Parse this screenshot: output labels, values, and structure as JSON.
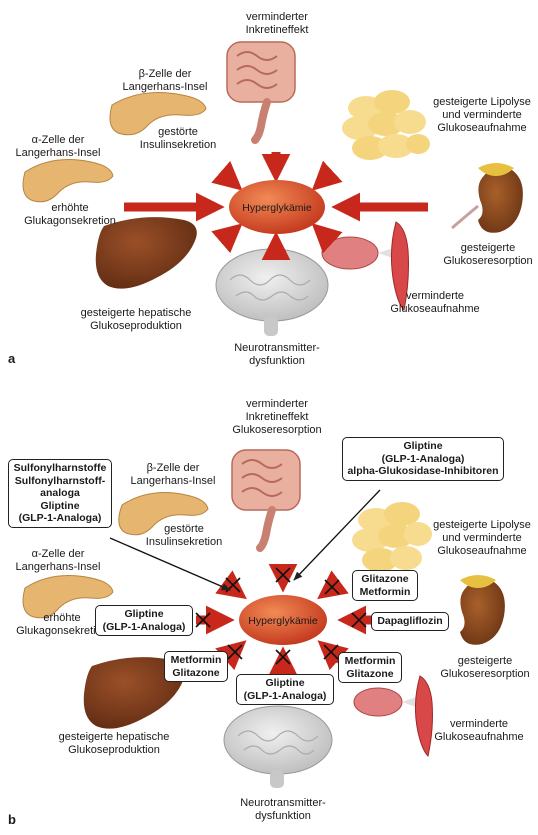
{
  "colors": {
    "arrow": "#c8281c",
    "hub": "#d94a2a",
    "liver": "#7a3a1c",
    "pancreas": "#e0b070",
    "fat": "#f5d88a",
    "kidney": "#8a4a1c",
    "brain": "#d4d4d4",
    "intestine": "#e6a898"
  },
  "panels": [
    {
      "label": "a",
      "hub": "Hyperglykämie",
      "labels": {
        "inkretin": "verminderter\nInkretineffekt",
        "beta": "β-Zelle der\nLangerhans-Insel",
        "insulin": "gestörte\nInsulinsekretion",
        "alpha": "α-Zelle der\nLangerhans-Insel",
        "glukagon": "erhöhte\nGlukagonsekretion",
        "lipolyse": "gesteigerte Lipolyse\nund verminderte\nGlukoseaufnahme",
        "resorption": "gesteigerte\nGlukoseresorption",
        "aufnahme": "verminderte\nGlukoseaufnahme",
        "hepatisch": "gesteigerte hepatische\nGlukoseproduktion",
        "neuro": "Neurotransmitter-\ndysfunktion"
      }
    },
    {
      "label": "b",
      "hub": "Hyperglykämie",
      "labels": {
        "inkretin": "verminderter\nInkretineffekt\nGlukoseresorption",
        "beta": "β-Zelle der\nLangerhans-Insel",
        "insulin": "gestörte\nInsulinsekretion",
        "alpha": "α-Zelle der\nLangerhans-Insel",
        "glukagon": "erhöhte\nGlukagonsekretion",
        "lipolyse": "gesteigerte Lipolyse\nund verminderte\nGlukoseaufnahme",
        "resorption": "gesteigerte\nGlukoseresorption",
        "aufnahme": "verminderte\nGlukoseaufnahme",
        "hepatisch": "gesteigerte hepatische\nGlukoseproduktion",
        "neuro": "Neurotransmitter-\ndysfunktion"
      },
      "drugs": {
        "sulfonyl": "Sulfonylharnstoffe\nSulfonylharnstoff-\nanaloga\nGliptine\n(GLP-1-Analoga)",
        "gliptine_top": "Gliptine\n(GLP-1-Analoga)\nalpha-Glukosidase-Inhibitoren",
        "glitazone_metformin": "Glitazone\nMetformin",
        "gliptine_left": "Gliptine\n(GLP-1-Analoga)",
        "dapagliflozin": "Dapagliflozin",
        "metformin_glitazone_left": "Metformin\nGlitazone",
        "metformin_glitazone_right": "Metformin\nGlitazone",
        "gliptine_bottom": "Gliptine\n(GLP-1-Analoga)"
      }
    }
  ]
}
